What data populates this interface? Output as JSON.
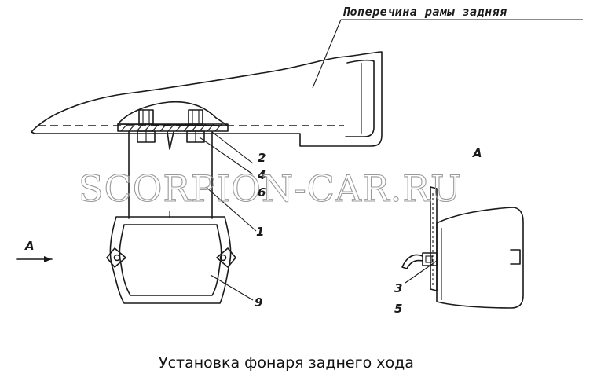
{
  "diagram": {
    "top_label": "Поперечина рамы задняя",
    "watermark": "SCORPION-CAR.RU",
    "view_label_right": "A",
    "view_arrow_label": "A",
    "callouts": {
      "c2": "2",
      "c4": "4",
      "c6": "6",
      "c1": "1",
      "c9": "9",
      "c3": "3",
      "c5": "5"
    },
    "caption": "Установка фонаря заднего хода"
  }
}
